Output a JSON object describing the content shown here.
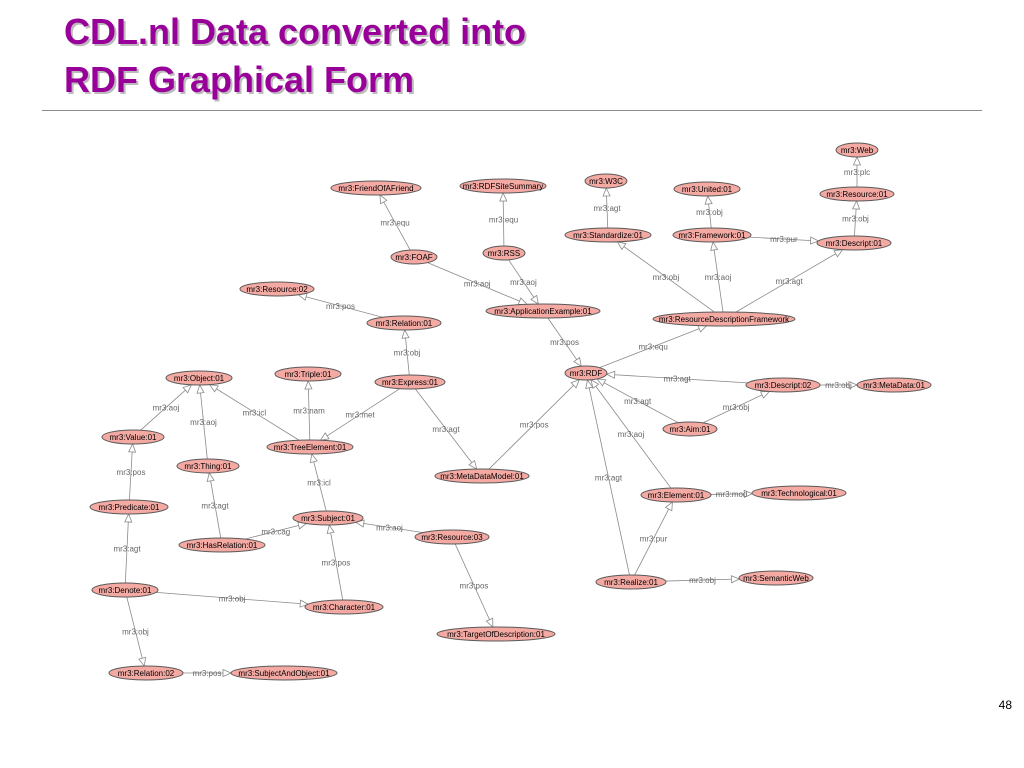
{
  "slide": {
    "title_line1": "CDL.nl Data converted into",
    "title_line2": "RDF Graphical Form",
    "page_number": "48"
  },
  "colors": {
    "title": "#990099",
    "node_fill": "#f4a9a3",
    "node_stroke": "#5a5a5a",
    "edge": "#8a8a8a",
    "edge_label": "#666666"
  },
  "graph": {
    "nodes": [
      {
        "id": "web",
        "label": "mr3:Web"
      },
      {
        "id": "foaf_friend",
        "label": "mr3:FriendOfAFriend"
      },
      {
        "id": "rdfsite",
        "label": "mr3:RDFSiteSummary"
      },
      {
        "id": "w3c",
        "label": "mr3:W3C"
      },
      {
        "id": "united",
        "label": "mr3:United:01"
      },
      {
        "id": "resource01",
        "label": "mr3:Resource:01"
      },
      {
        "id": "standardize",
        "label": "mr3:Standardize:01"
      },
      {
        "id": "framework",
        "label": "mr3:Framework:01"
      },
      {
        "id": "descript01",
        "label": "mr3:Descript:01"
      },
      {
        "id": "foaf",
        "label": "mr3:FOAF"
      },
      {
        "id": "rss",
        "label": "mr3:RSS"
      },
      {
        "id": "resource02",
        "label": "mr3:Resource:02"
      },
      {
        "id": "appex",
        "label": "mr3:ApplicationExample:01"
      },
      {
        "id": "rdframework",
        "label": "mr3:ResourceDescriptionFramework"
      },
      {
        "id": "relation01",
        "label": "mr3:Relation:01"
      },
      {
        "id": "object01",
        "label": "mr3:Object:01"
      },
      {
        "id": "triple01",
        "label": "mr3:Triple:01"
      },
      {
        "id": "express01",
        "label": "mr3:Express:01"
      },
      {
        "id": "rdf",
        "label": "mr3:RDF"
      },
      {
        "id": "descript02",
        "label": "mr3:Descript:02"
      },
      {
        "id": "metadata01",
        "label": "mr3:MetaData:01"
      },
      {
        "id": "value01",
        "label": "mr3:Value:01"
      },
      {
        "id": "treeelement",
        "label": "mr3:TreeElement:01"
      },
      {
        "id": "aim01",
        "label": "mr3:Aim:01"
      },
      {
        "id": "thing01",
        "label": "mr3:Thing:01"
      },
      {
        "id": "metadatamodel",
        "label": "mr3:MetaDataModel:01"
      },
      {
        "id": "element01",
        "label": "mr3:Element:01"
      },
      {
        "id": "technological",
        "label": "mr3:Technological:01"
      },
      {
        "id": "predicate01",
        "label": "mr3:Predicate:01"
      },
      {
        "id": "subject01",
        "label": "mr3:Subject:01"
      },
      {
        "id": "resource03",
        "label": "mr3:Resource:03"
      },
      {
        "id": "hasrelation",
        "label": "mr3:HasRelation:01"
      },
      {
        "id": "realize01",
        "label": "mr3:Realize:01"
      },
      {
        "id": "semanticweb",
        "label": "mr3:SemanticWeb"
      },
      {
        "id": "denote01",
        "label": "mr3:Denote:01"
      },
      {
        "id": "character01",
        "label": "mr3:Character:01"
      },
      {
        "id": "targetdesc",
        "label": "mr3:TargetOfDescription:01"
      },
      {
        "id": "relation02",
        "label": "mr3:Relation:02"
      },
      {
        "id": "subjobj",
        "label": "mr3:SubjectAndObject:01"
      }
    ],
    "edges": [
      {
        "from": "resource01",
        "to": "web",
        "label": "mr3:plc"
      },
      {
        "from": "descript01",
        "to": "resource01",
        "label": "mr3:obj"
      },
      {
        "from": "framework",
        "to": "united",
        "label": "mr3:obj"
      },
      {
        "from": "framework",
        "to": "descript01",
        "label": "mr3:pur"
      },
      {
        "from": "standardize",
        "to": "w3c",
        "label": "mr3:agt"
      },
      {
        "from": "rdframework",
        "to": "standardize",
        "label": "mr3:obj"
      },
      {
        "from": "rdframework",
        "to": "framework",
        "label": "mr3:aoj"
      },
      {
        "from": "rdframework",
        "to": "descript01",
        "label": "mr3:agt"
      },
      {
        "from": "foaf",
        "to": "foaf_friend",
        "label": "mr3:equ"
      },
      {
        "from": "rss",
        "to": "rdfsite",
        "label": "mr3:equ"
      },
      {
        "from": "foaf",
        "to": "appex",
        "label": "mr3:aoj"
      },
      {
        "from": "rss",
        "to": "appex",
        "label": "mr3:aoj"
      },
      {
        "from": "relation01",
        "to": "resource02",
        "label": "mr3:pos"
      },
      {
        "from": "appex",
        "to": "rdf",
        "label": "mr3:pos"
      },
      {
        "from": "rdf",
        "to": "rdframework",
        "label": "mr3:equ"
      },
      {
        "from": "express01",
        "to": "relation01",
        "label": "mr3:obj"
      },
      {
        "from": "express01",
        "to": "treeelement",
        "label": "mr3:met"
      },
      {
        "from": "express01",
        "to": "metadatamodel",
        "label": "mr3:agt"
      },
      {
        "from": "treeelement",
        "to": "triple01",
        "label": "mr3:nam"
      },
      {
        "from": "treeelement",
        "to": "object01",
        "label": "mr3:icl"
      },
      {
        "from": "value01",
        "to": "object01",
        "label": "mr3:aoj"
      },
      {
        "from": "thing01",
        "to": "object01",
        "label": "mr3:aoj"
      },
      {
        "from": "descript02",
        "to": "rdf",
        "label": "mr3:agt"
      },
      {
        "from": "descript02",
        "to": "metadata01",
        "label": "mr3:obj"
      },
      {
        "from": "aim01",
        "to": "rdf",
        "label": "mr3:agt"
      },
      {
        "from": "aim01",
        "to": "descript02",
        "label": "mr3:obj"
      },
      {
        "from": "element01",
        "to": "rdf",
        "label": "mr3:aoj"
      },
      {
        "from": "element01",
        "to": "technological",
        "label": "mr3:mod"
      },
      {
        "from": "realize01",
        "to": "rdf",
        "label": "mr3:agt"
      },
      {
        "from": "realize01",
        "to": "element01",
        "label": "mr3:pur"
      },
      {
        "from": "realize01",
        "to": "semanticweb",
        "label": "mr3:obj"
      },
      {
        "from": "metadatamodel",
        "to": "rdf",
        "label": "mr3:pos"
      },
      {
        "from": "predicate01",
        "to": "value01",
        "label": "mr3:pos"
      },
      {
        "from": "hasrelation",
        "to": "thing01",
        "label": "mr3:agt"
      },
      {
        "from": "subject01",
        "to": "treeelement",
        "label": "mr3:icl"
      },
      {
        "from": "hasrelation",
        "to": "subject01",
        "label": "mr3:cag"
      },
      {
        "from": "resource03",
        "to": "subject01",
        "label": "mr3:aoj"
      },
      {
        "from": "character01",
        "to": "subject01",
        "label": "mr3:pos"
      },
      {
        "from": "resource03",
        "to": "targetdesc",
        "label": "mr3:pos"
      },
      {
        "from": "denote01",
        "to": "predicate01",
        "label": "mr3:agt"
      },
      {
        "from": "denote01",
        "to": "character01",
        "label": "mr3:obj"
      },
      {
        "from": "denote01",
        "to": "relation02",
        "label": "mr3:obj"
      },
      {
        "from": "relation02",
        "to": "subjobj",
        "label": "mr3:pos"
      }
    ]
  }
}
